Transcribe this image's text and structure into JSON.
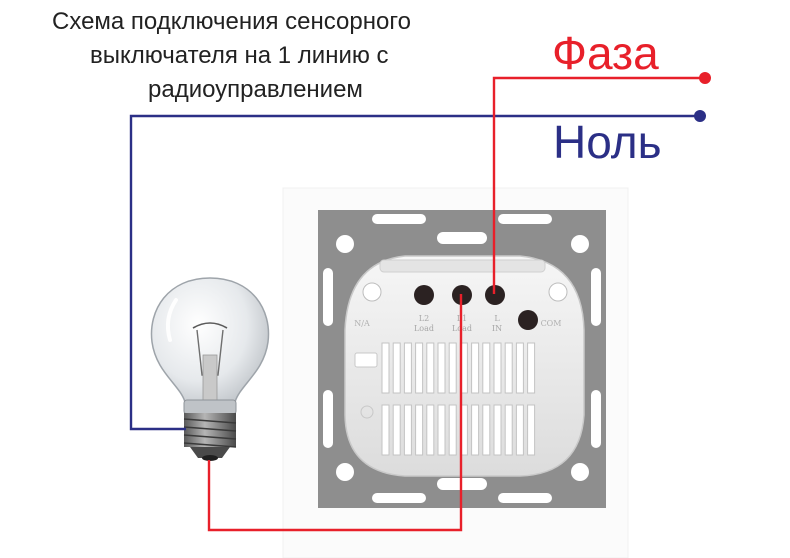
{
  "title": {
    "lines": [
      "Схема подключения сенсорного",
      "выключателя на 1 линию с",
      "радиоуправлением"
    ]
  },
  "wires": {
    "phase": {
      "label": "Фаза",
      "color": "#e8202a"
    },
    "neutral": {
      "label": "Ноль",
      "color": "#2b2f86"
    },
    "load": {
      "color": "#e8202a"
    }
  },
  "terminals": [
    {
      "top": "L2",
      "bottom": "Load"
    },
    {
      "top": "L1",
      "bottom": "Load"
    },
    {
      "top": "L",
      "bottom": "IN"
    }
  ],
  "side_marks": {
    "left": "N/A",
    "right": "COM"
  },
  "colors": {
    "frame": "#8e8e8e",
    "module": "#ededed",
    "bulb_glass": "#dfe3e7",
    "bulb_base": "#7b7b7b"
  }
}
